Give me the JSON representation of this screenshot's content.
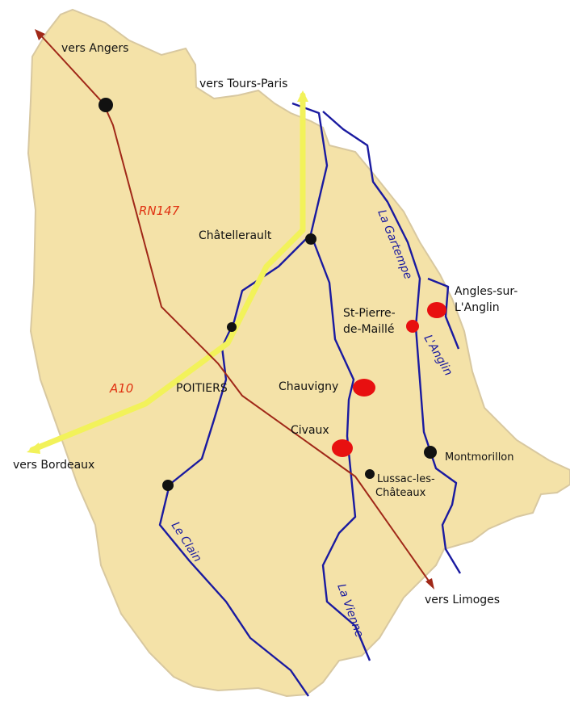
{
  "colors": {
    "land": "#f4e2a8",
    "river": "#1a1aa0",
    "rn147": "#a02818",
    "a10": "#f2f25a",
    "city_dot": "#111111",
    "site_dot": "#e81010",
    "page_background": "#ffffff"
  },
  "directions": {
    "angers": "vers Angers",
    "tours_paris": "vers Tours-Paris",
    "bordeaux": "vers Bordeaux",
    "limoges": "vers Limoges"
  },
  "roads": {
    "rn147": "RN147",
    "a10": "A10"
  },
  "cities": {
    "chatellerault": "Châtellerault",
    "poitiers": "POITIERS",
    "chauvigny": "Chauvigny",
    "civaux": "Civaux",
    "lussac_line1": "Lussac-les-",
    "lussac_line2": "Châteaux",
    "montmorillon": "Montmorillon",
    "st_pierre_line1": "St-Pierre-",
    "st_pierre_line2": "de-Maillé",
    "angles_line1": "Angles-sur-",
    "angles_line2": "L'Anglin"
  },
  "rivers": {
    "gartempe": "La Gartempe",
    "anglin": "L'Anglin",
    "clain": "Le Clain",
    "vienne": "La Vienne"
  }
}
